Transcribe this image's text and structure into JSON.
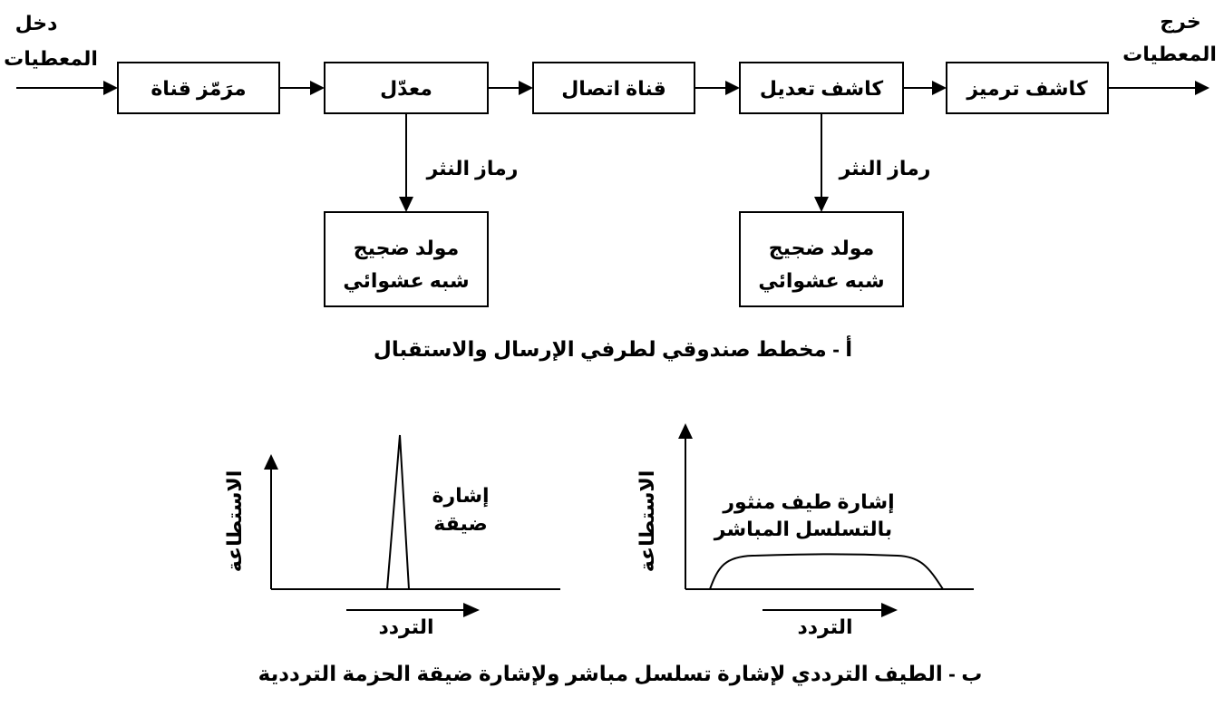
{
  "block_diagram": {
    "input_label_line1": "دخل",
    "input_label_line2": "المعطيات",
    "output_label_line1": "خرج",
    "output_label_line2": "المعطيات",
    "blocks": {
      "channel_encoder": "مرَمّز قناة",
      "modulator": "معدّل",
      "channel": "قناة اتصال",
      "demodulator": "كاشف تعديل",
      "decoder": "كاشف ترميز"
    },
    "spreading_code_label_tx": "رماز النثر",
    "spreading_code_label_rx": "رماز النثر",
    "pn_generator_tx_line1": "مولد ضجيج",
    "pn_generator_tx_line2": "شبه عشوائي",
    "pn_generator_rx_line1": "مولد ضجيج",
    "pn_generator_rx_line2": "شبه عشوائي",
    "caption": "أ - مخطط صندوقي لطرفي الإرسال والاستقبال"
  },
  "spectrum": {
    "left_plot": {
      "y_axis_label": "الاستطاعة",
      "x_axis_label": "التردد",
      "signal_label_line1": "إشارة",
      "signal_label_line2": "ضيقة"
    },
    "right_plot": {
      "y_axis_label": "الاستطاعة",
      "x_axis_label": "التردد",
      "signal_label_line1": "إشارة طيف منثور",
      "signal_label_line2": "بالتسلسل المباشر"
    },
    "caption": "ب - الطيف الترددي لإشارة تسلسل مباشر ولإشارة ضيقة الحزمة الترددية"
  }
}
